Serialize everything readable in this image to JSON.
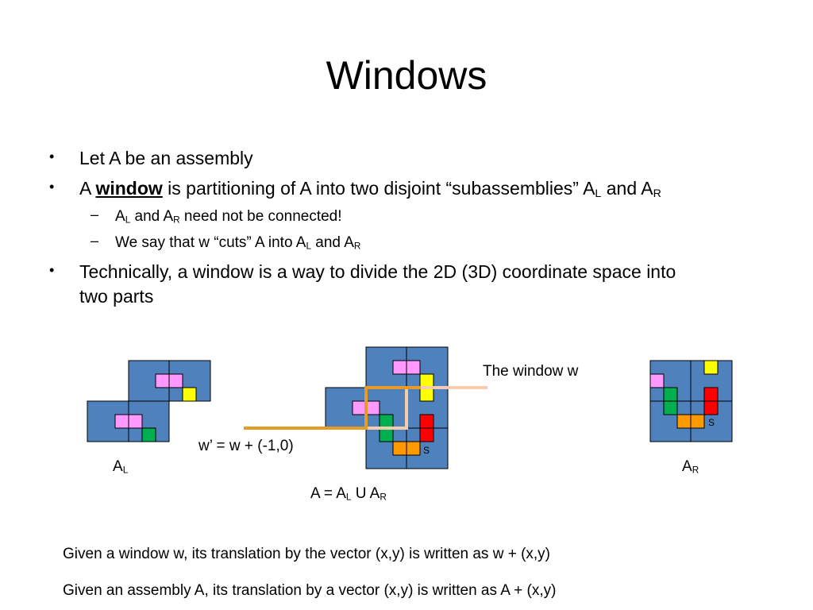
{
  "slide": {
    "title": "Windows"
  },
  "bullets": {
    "b1": "Let A be an assembly",
    "b2_pre": "A ",
    "b2_strong": "window",
    "b2_mid": " is partitioning of A into two disjoint “subassemblies” A",
    "b2_sub_l": "L",
    "b2_and": " and A",
    "b2_sub_r": "R",
    "s1_a": "A",
    "s1_sub_l": "L",
    "s1_and": " and A",
    "s1_sub_r": "R",
    "s1_rest": " need not be connected!",
    "s2_pre": "We say that w “cuts” A into A",
    "s2_sub_l": "L",
    "s2_and": " and A",
    "s2_sub_r": "R",
    "b3_line1": "Technically, a window is a way to divide the 2D (3D) coordinate space into",
    "b3_line2": "two parts",
    "bullet_glyph": "•",
    "dash_glyph": "–"
  },
  "diagram": {
    "window_label": "The window w",
    "shifted_label": "w’ = w + (-1,0)",
    "al_label": "A",
    "al_sub": "L",
    "ar_label": "A",
    "ar_sub": "R",
    "a_label_pre": "A = A",
    "a_label_sub_l": "L",
    "a_label_mid": " U A",
    "a_label_sub_r": "R",
    "s_label": "S",
    "colors": {
      "block": "#4f81bd",
      "pink": "#ff99ff",
      "yellow": "#ffff00",
      "green": "#00b050",
      "red": "#ff0000",
      "orange": "#ff9900",
      "window_w": "#f8cbad",
      "window_w_shift": "#e59c27"
    }
  },
  "footer": {
    "line1": "Given a window w, its translation by the vector (x,y) is written as w + (x,y)",
    "line2": "Given an assembly A, its translation by a vector (x,y) is written as A + (x,y)"
  }
}
